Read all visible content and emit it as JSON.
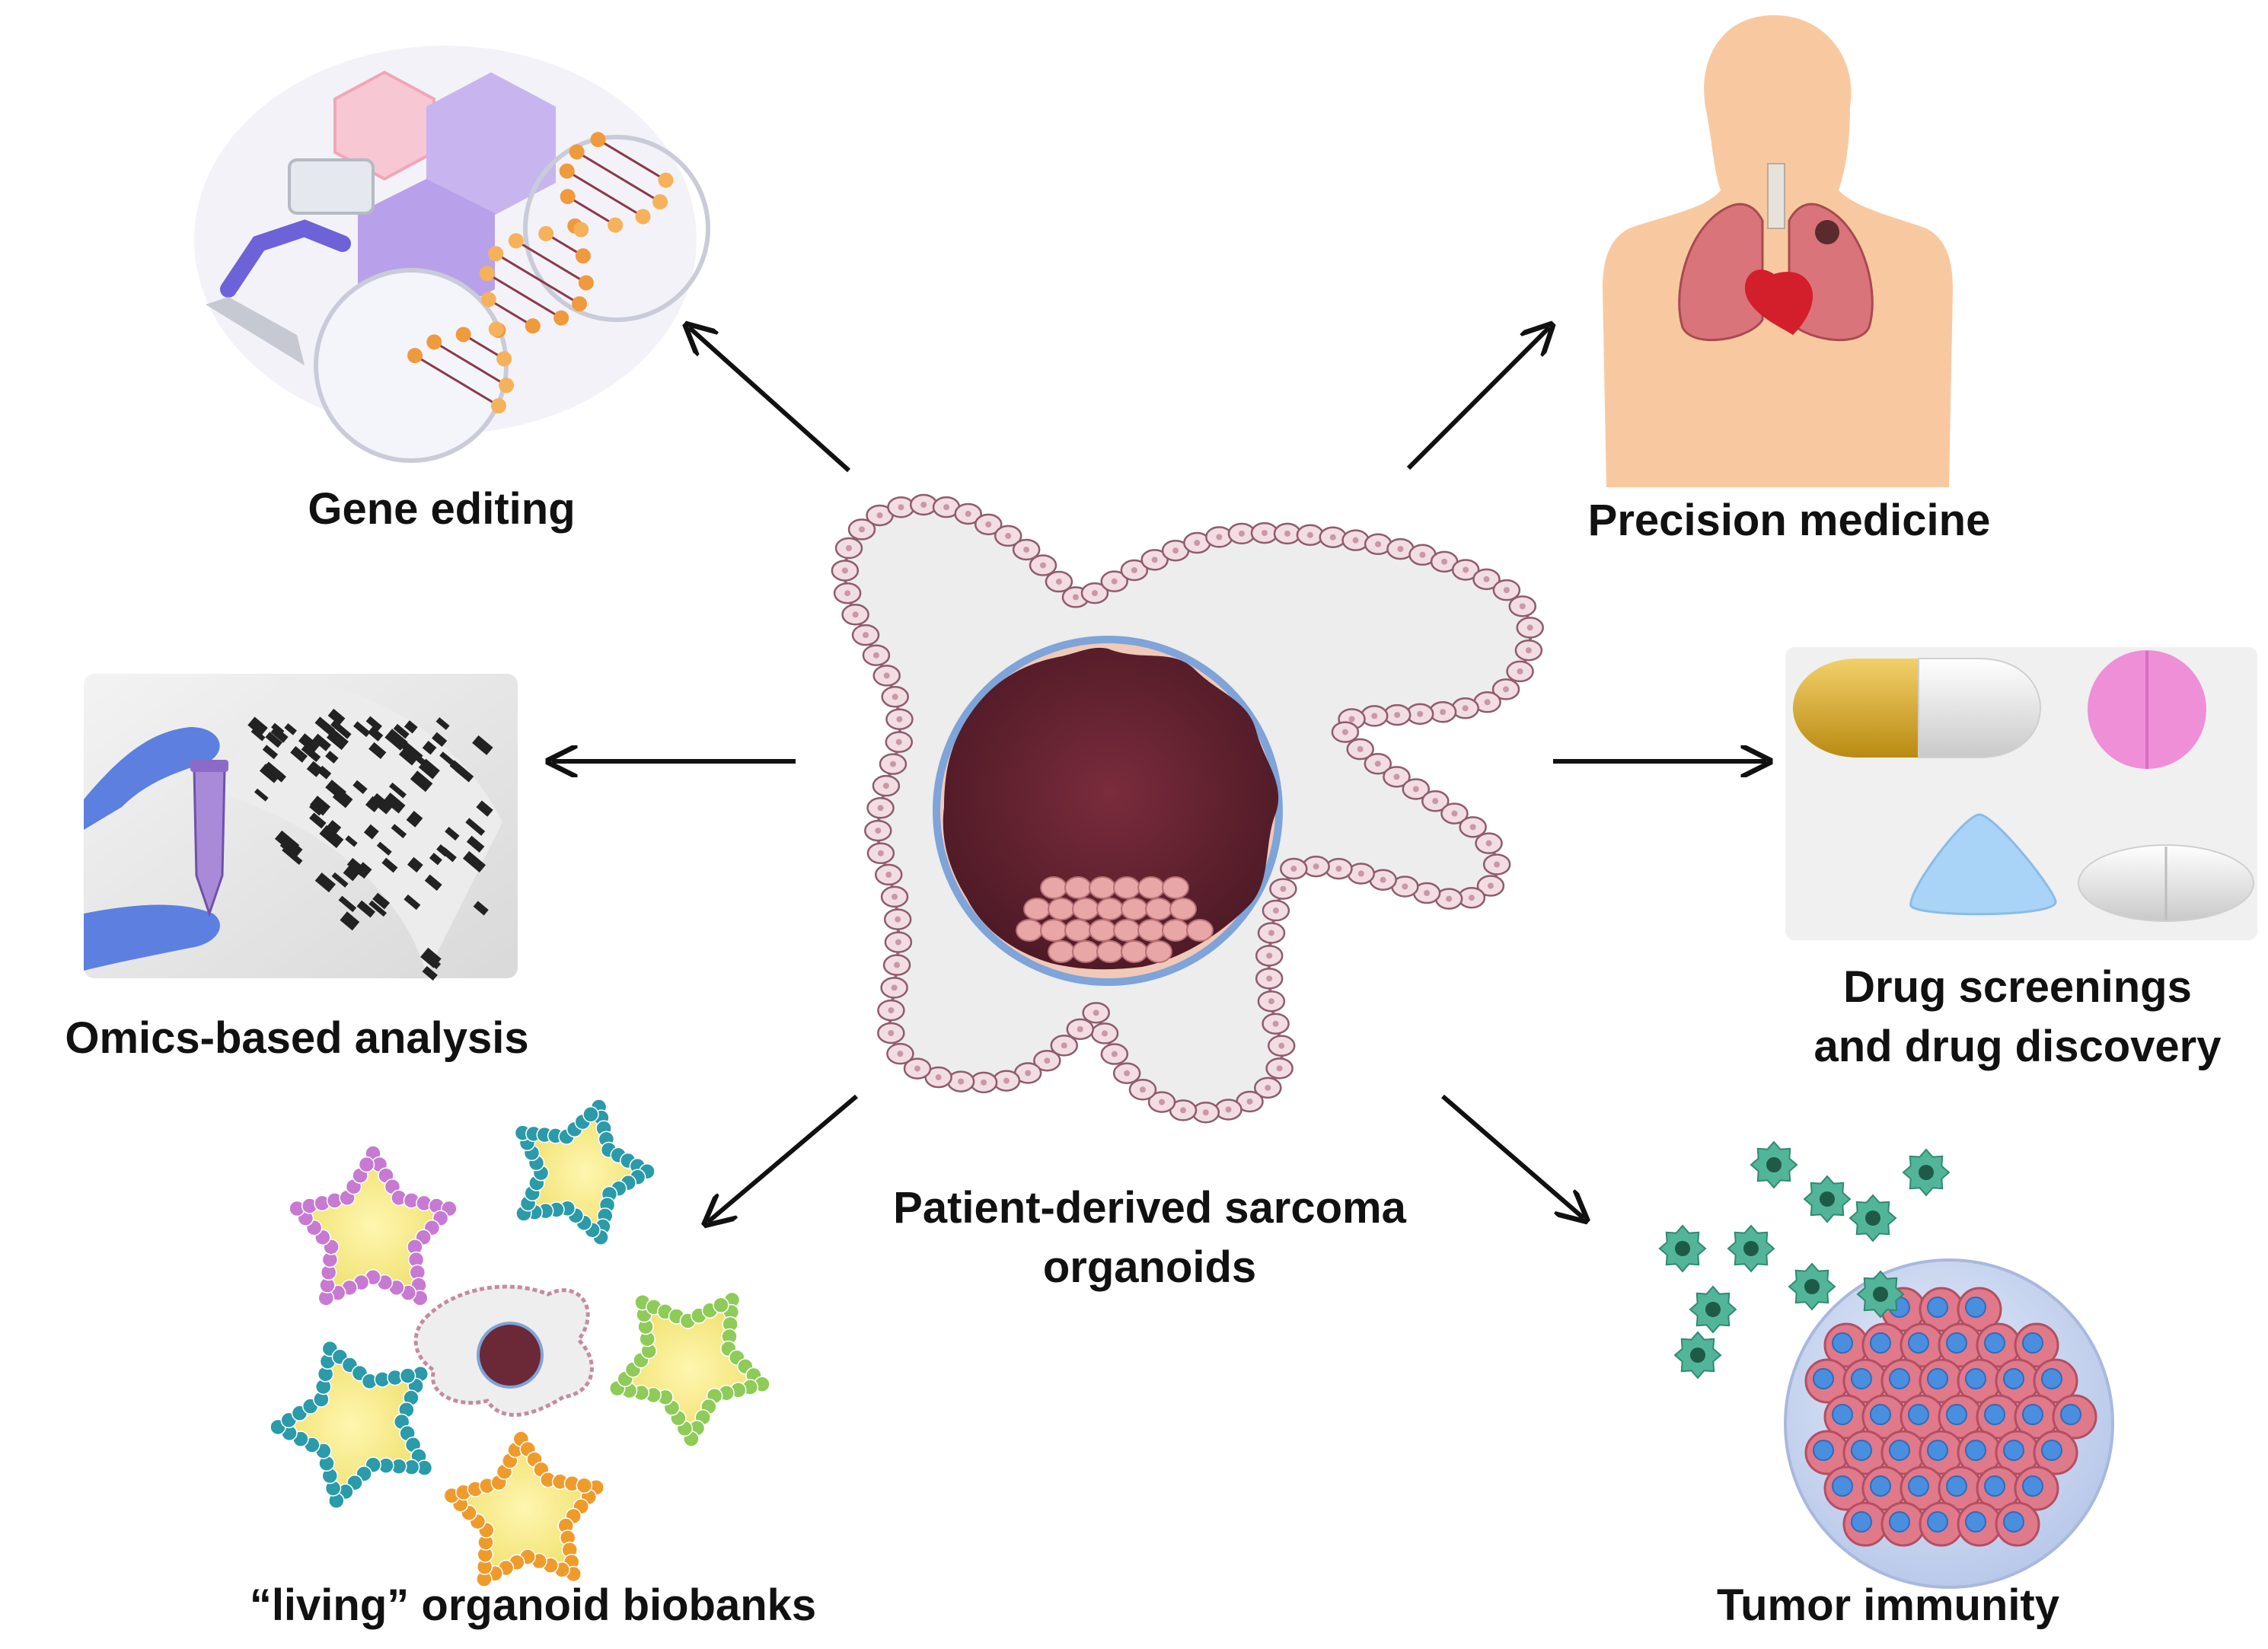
{
  "center": {
    "title_line1": "Patient-derived  sarcoma",
    "title_line2": "organoids"
  },
  "labels": {
    "gene_editing": "Gene editing",
    "precision_medicine": "Precision medicine",
    "omics": "Omics-based analysis",
    "drug_line1": "Drug screenings",
    "drug_line2": "and drug discovery",
    "biobanks": "“living” organoid biobanks",
    "tumor_immunity": "Tumor immunity"
  },
  "colors": {
    "arrow": "#111111",
    "organoid_fill": "#ededed",
    "cell_fill": "#f2dde3",
    "cell_stroke": "#8e5c6e",
    "lumen": "#6b2836",
    "lumen_ring": "#7ea4d9",
    "skin": "#f8c9a0",
    "lung": "#d9747a",
    "capsule_gold": "#d8a72a",
    "pill_pink": "#ef8fd8",
    "pill_blue": "#a9d3f7",
    "glove_blue": "#5d7fe0",
    "dna_orange": "#f09a3e",
    "tumor_cell": "#e0798a",
    "tumor_nucleus": "#4a8ee0",
    "immune_cell": "#52b59a"
  }
}
